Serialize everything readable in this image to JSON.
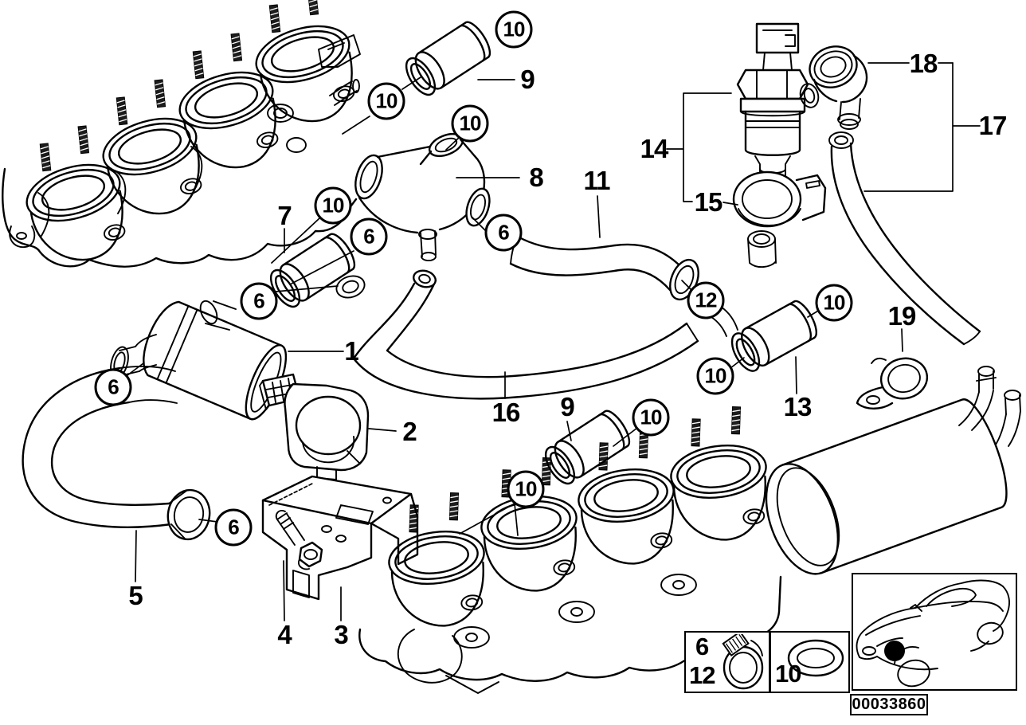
{
  "figure": {
    "drawing_number": "00033860"
  },
  "colors": {
    "line": "#000000",
    "background": "#ffffff",
    "location_marker": "#000000"
  },
  "callouts": {
    "circled": [
      {
        "label": "10"
      },
      {
        "label": "10"
      },
      {
        "label": "10"
      },
      {
        "label": "10"
      },
      {
        "label": "6"
      },
      {
        "label": "6"
      },
      {
        "label": "6"
      },
      {
        "label": "6"
      },
      {
        "label": "6"
      },
      {
        "label": "12"
      },
      {
        "label": "10"
      },
      {
        "label": "10"
      },
      {
        "label": "10"
      },
      {
        "label": "10"
      }
    ],
    "plain": [
      {
        "label": "1"
      },
      {
        "label": "2"
      },
      {
        "label": "3"
      },
      {
        "label": "4"
      },
      {
        "label": "5"
      },
      {
        "label": "7"
      },
      {
        "label": "8"
      },
      {
        "label": "9"
      },
      {
        "label": "9"
      },
      {
        "label": "11"
      },
      {
        "label": "13"
      },
      {
        "label": "14"
      },
      {
        "label": "15"
      },
      {
        "label": "16"
      },
      {
        "label": "17"
      },
      {
        "label": "18"
      },
      {
        "label": "19"
      }
    ]
  },
  "legend": {
    "clamp": {
      "labels": [
        "6",
        "12"
      ],
      "icon": "hose-clamp-icon"
    },
    "seal": {
      "label": "10",
      "icon": "sealing-ring-icon"
    }
  },
  "inset": {
    "icon": "car-location-icon"
  }
}
